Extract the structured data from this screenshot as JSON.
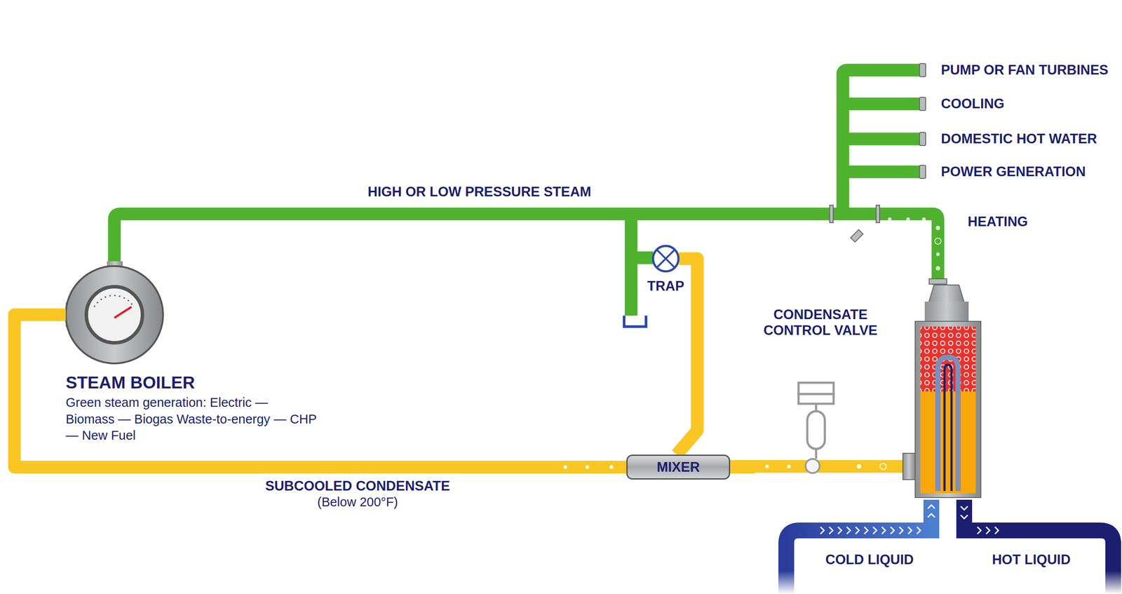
{
  "diagram": {
    "nodes": [
      {
        "text": [
          "STEAM BOILER",
          "Green steam generation: Electric — Biomass — Biogas Waste-to-energy — CHP — New Fuel"
        ]
      },
      {
        "text": [
          "TRAP"
        ]
      },
      {
        "text": [
          "MIXER"
        ]
      },
      {
        "text": [
          "CONDENSATE CONTROL VALVE"
        ]
      }
    ],
    "edges": [
      {
        "from": 2,
        "to": 0,
        "arrow": "none"
      },
      {
        "from": 1,
        "to": 2,
        "arrow": "none"
      },
      {
        "from": 3,
        "to": 2,
        "arrow": "none"
      }
    ],
    "labels": [
      "HIGH OR LOW PRESSURE STEAM",
      "PUMP OR FAN TURBINES",
      "COOLING",
      "DOMESTIC HOT WATER",
      "POWER GENERATION",
      "HEATING",
      "SUBCOOLED CONDENSATE",
      "(Below 200°F)",
      "COLD LIQUID",
      "HOT LIQUID"
    ]
  }
}
